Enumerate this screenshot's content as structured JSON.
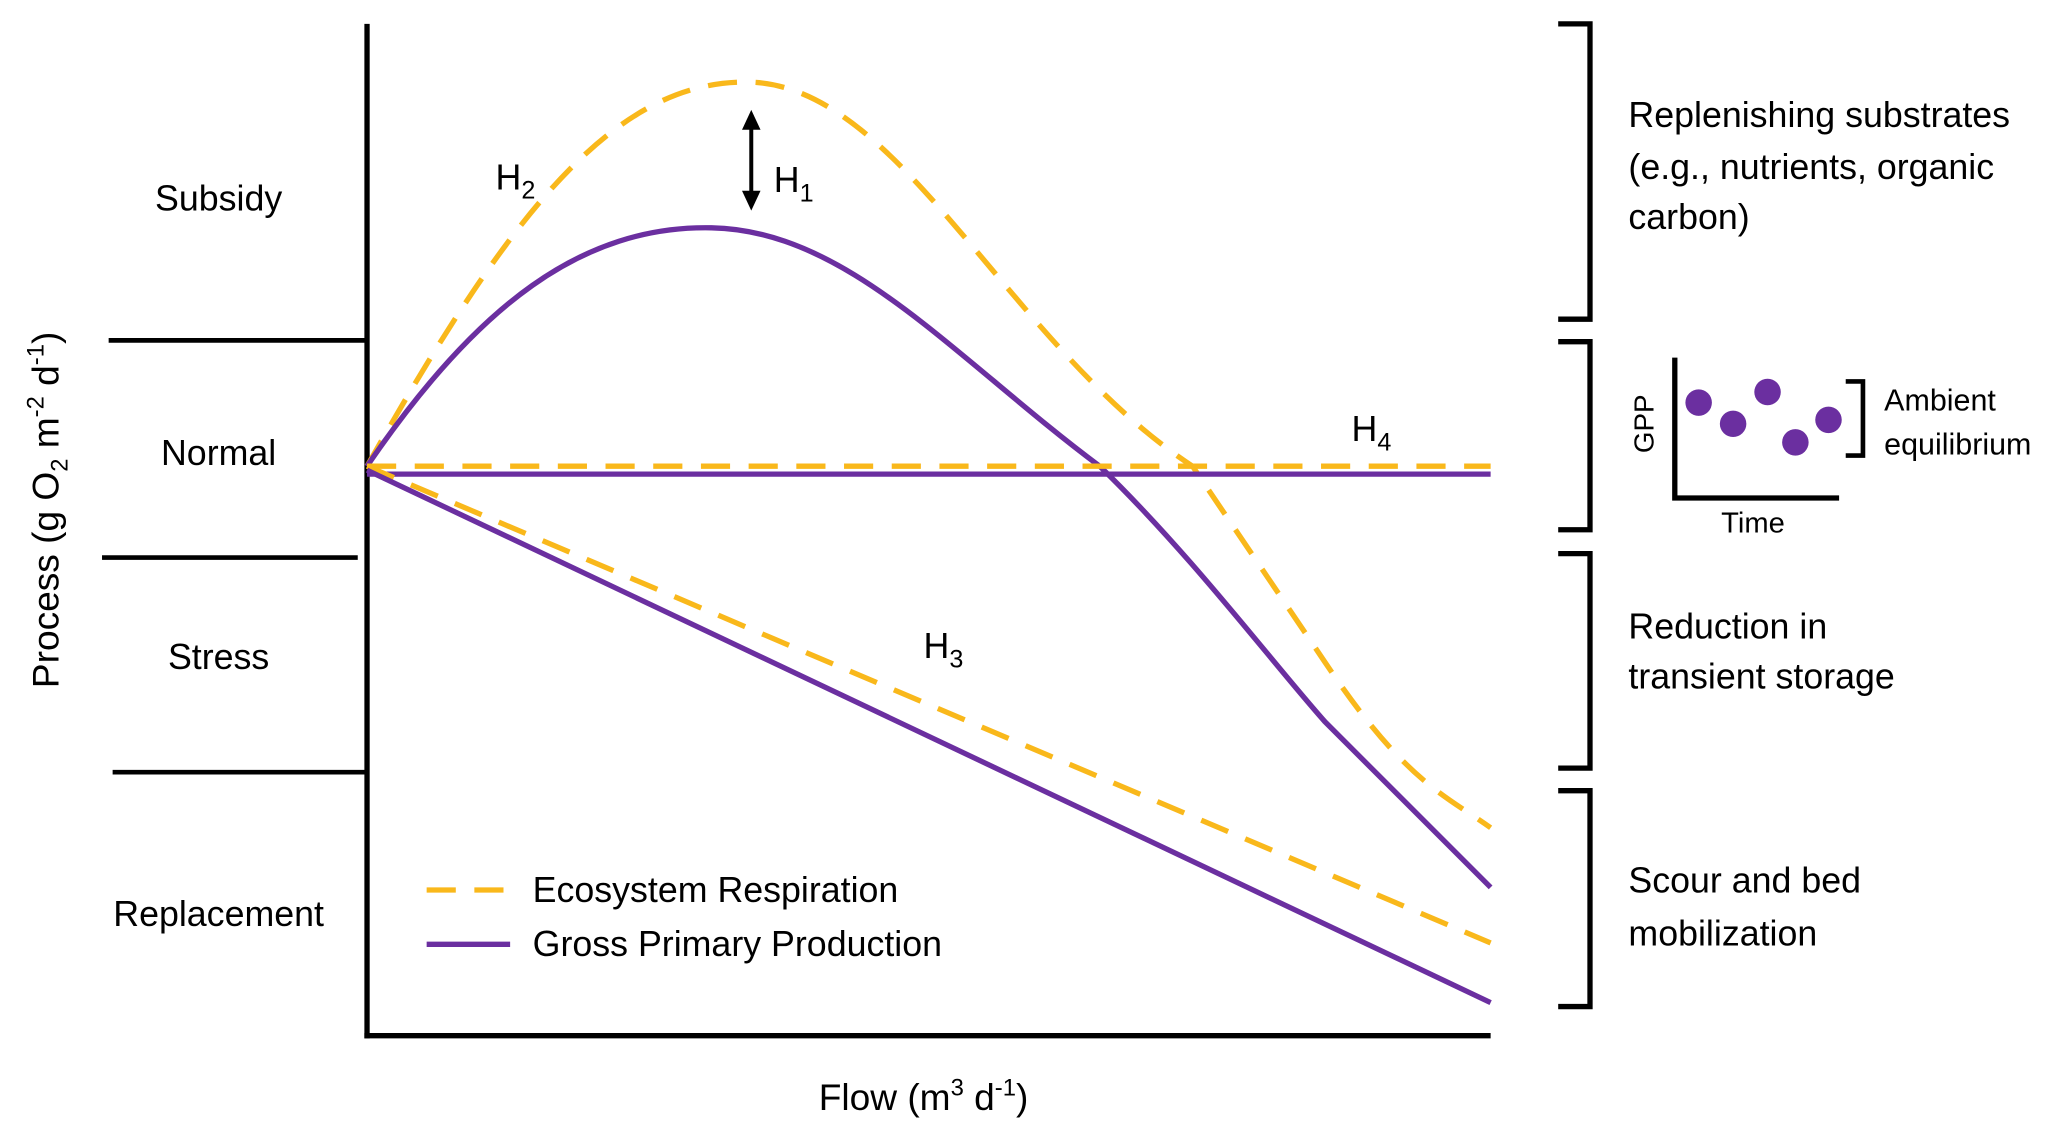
{
  "colors": {
    "respiration": "#F9B81B",
    "gpp": "#6B2FA0",
    "axis": "#000000"
  },
  "y_axis": {
    "label_main": "Process  (g O",
    "sub2": "2",
    "label_mid": " m",
    "sup_m": "-2",
    "label_d": " d",
    "sup_d": "-1",
    "label_end": ")"
  },
  "x_axis": {
    "label_main": "Flow  (m",
    "sup3": "3",
    "label_d": "  d",
    "sup_d": "-1",
    "label_end": ")"
  },
  "zones": [
    {
      "label": "Subsidy"
    },
    {
      "label": "Normal"
    },
    {
      "label": "Stress"
    },
    {
      "label": "Replacement"
    }
  ],
  "hypotheses": {
    "h1": {
      "base": "H",
      "sub": "1"
    },
    "h2": {
      "base": "H",
      "sub": "2"
    },
    "h3": {
      "base": "H",
      "sub": "3"
    },
    "h4": {
      "base": "H",
      "sub": "4"
    }
  },
  "legend": {
    "respiration": "Ecosystem Respiration",
    "gpp": "Gross Primary Production"
  },
  "mechanisms": [
    {
      "lines": [
        "Replenishing substrates",
        "(e.g., nutrients, organic",
        "carbon)"
      ]
    },
    {
      "lines": [
        "Ambient",
        "equilibrium"
      ]
    },
    {
      "lines": [
        "Reduction in",
        "transient storage"
      ]
    },
    {
      "lines": [
        "Scour and bed",
        "mobilization"
      ]
    }
  ],
  "inset": {
    "ylabel": "GPP",
    "xlabel": "Time"
  }
}
